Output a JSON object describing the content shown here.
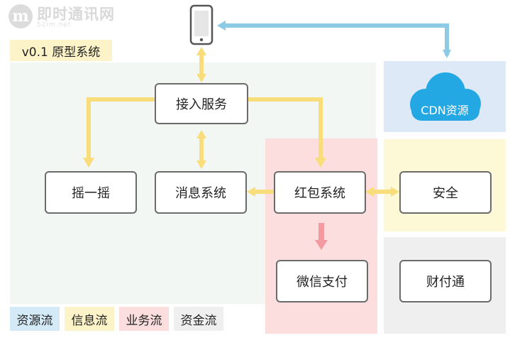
{
  "logo": {
    "name": "即时通讯网",
    "tagline": "52im.net"
  },
  "version_label": "v0.1 原型系统",
  "nodes": {
    "access": "接入服务",
    "shake": "摇一摇",
    "message": "消息系统",
    "redpacket": "红包系统",
    "security": "安全",
    "wechatpay": "微信支付",
    "tenpay": "财付通",
    "cdn": "CDN资源"
  },
  "legend": [
    {
      "label": "资源流",
      "color": "#d4eaf7"
    },
    {
      "label": "信息流",
      "color": "#fdf3c8"
    },
    {
      "label": "业务流",
      "color": "#fcdede"
    },
    {
      "label": "资金流",
      "color": "#efefef"
    }
  ],
  "colors": {
    "resource_flow": "#8ccbe3",
    "info_flow": "#f8dd7a",
    "business_flow": "#f39aa0"
  },
  "icons": {
    "device": "smartphone-icon",
    "cloud": "cloud-icon"
  }
}
